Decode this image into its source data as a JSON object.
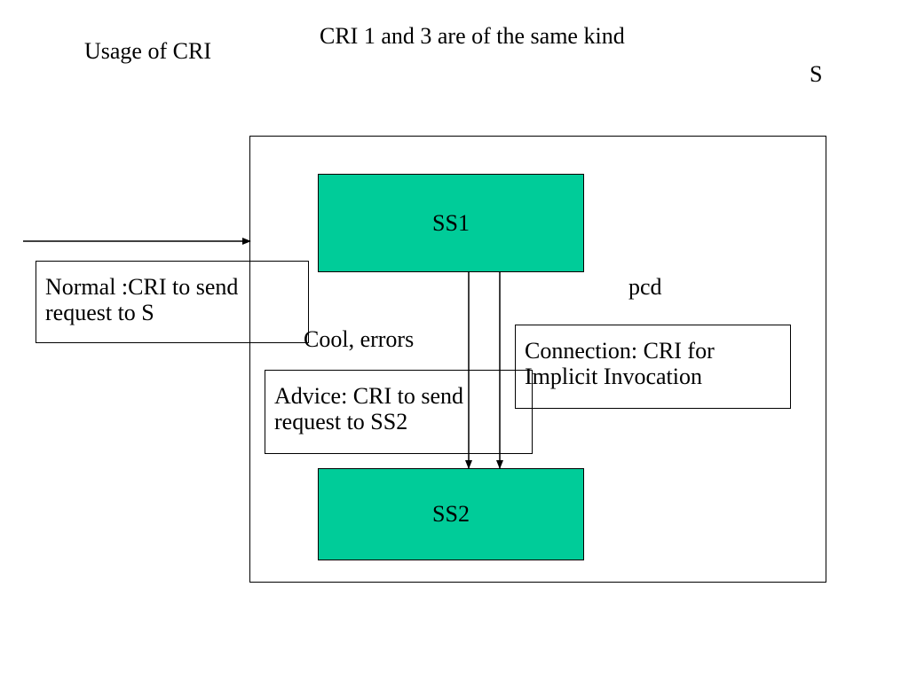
{
  "labels": {
    "usage_title": "Usage of CRI",
    "kind_note": "CRI 1 and 3 are of the same kind",
    "system_label": "S",
    "pcd_label": "pcd",
    "cool_errors": "Cool, errors"
  },
  "nodes": {
    "ss1": "SS1",
    "ss2": "SS2"
  },
  "notes": {
    "normal": [
      "Normal :CRI to send",
      "request to S"
    ],
    "advice": [
      "Advice: CRI to send",
      "request to SS2"
    ],
    "connection": [
      "Connection: CRI for",
      "Implicit Invocation"
    ]
  },
  "colors": {
    "node_fill": "#00CC99",
    "stroke": "#000000"
  },
  "icons": {
    "arrow_head": "arrow-head-icon"
  }
}
